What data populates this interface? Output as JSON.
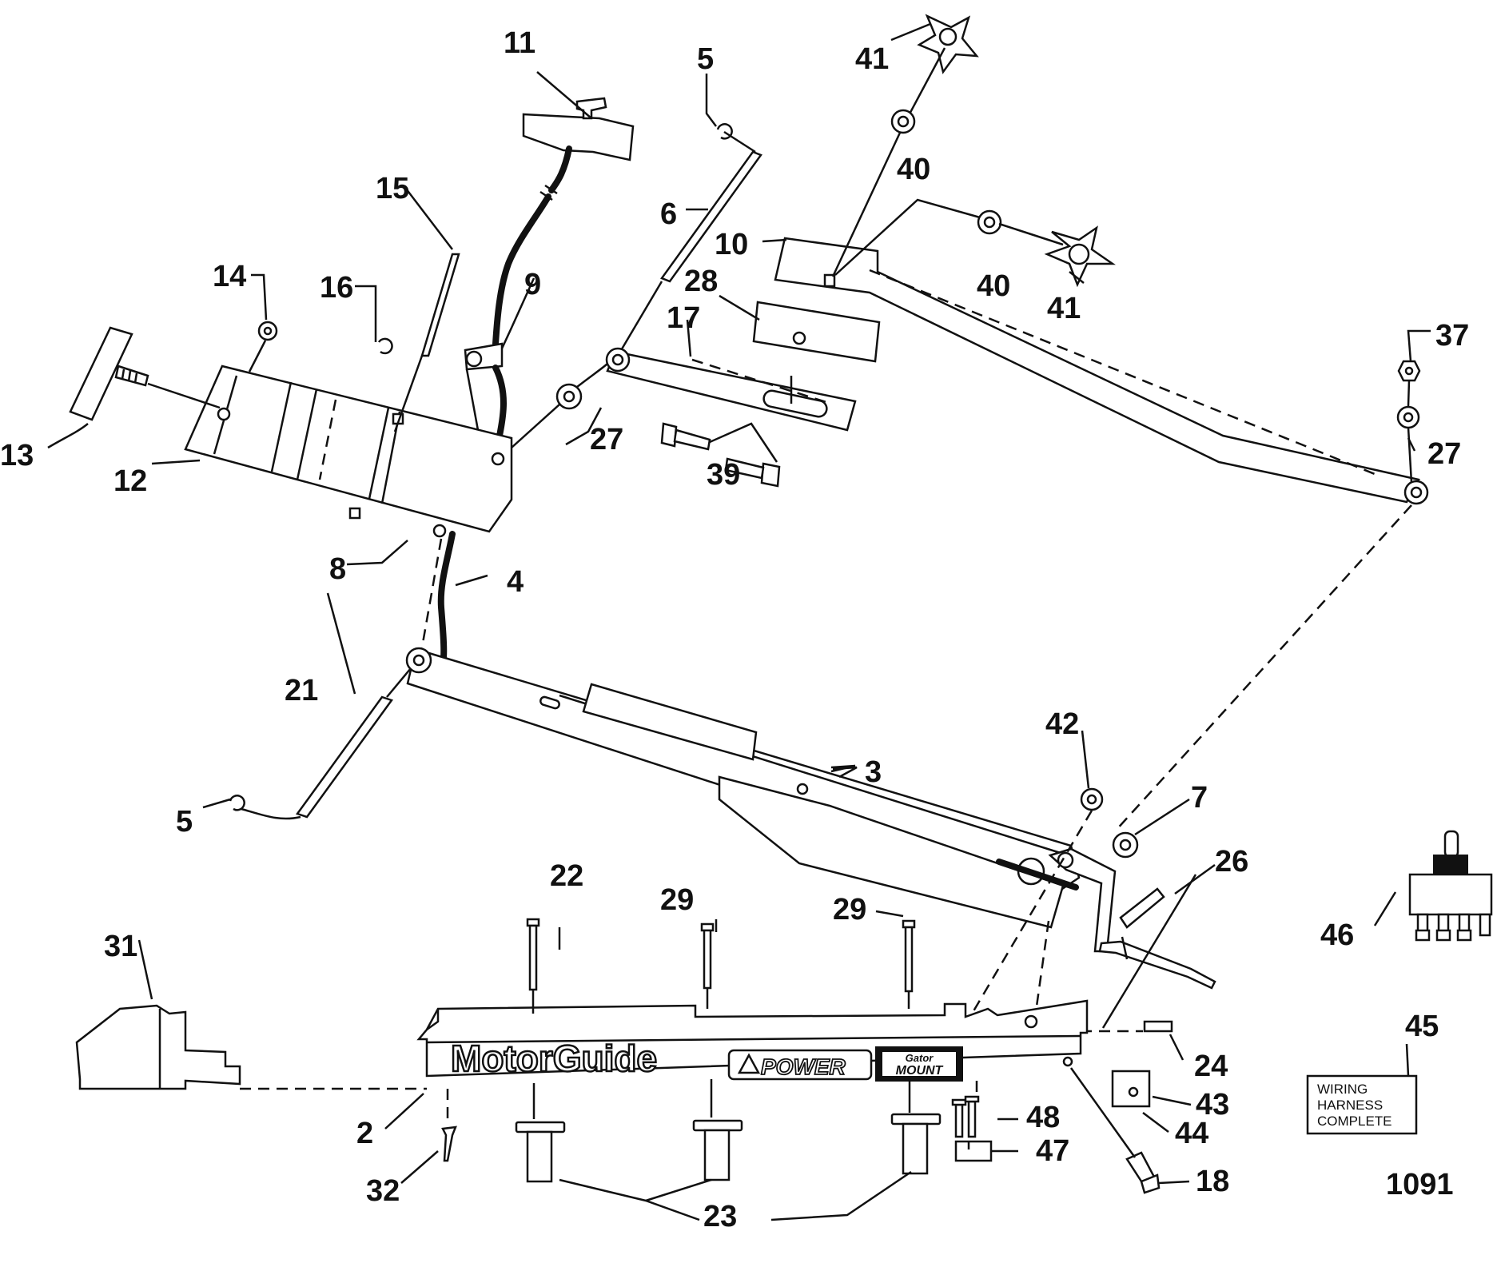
{
  "diagram": {
    "callouts": {
      "c2": "2",
      "c3": "3",
      "c4": "4",
      "c5a": "5",
      "c5b": "5",
      "c6": "6",
      "c7": "7",
      "c8": "8",
      "c9": "9",
      "c10": "10",
      "c11": "11",
      "c12": "12",
      "c13": "13",
      "c14": "14",
      "c15": "15",
      "c16": "16",
      "c17": "17",
      "c18": "18",
      "c21": "21",
      "c22": "22",
      "c23": "23",
      "c24": "24",
      "c26": "26",
      "c27a": "27",
      "c27b": "27",
      "c28": "28",
      "c29a": "29",
      "c29b": "29",
      "c31": "31",
      "c32": "32",
      "c37": "37",
      "c39": "39",
      "c40a": "40",
      "c40b": "40",
      "c41a": "41",
      "c41b": "41",
      "c42": "42",
      "c43": "43",
      "c44": "44",
      "c45": "45",
      "c46": "46",
      "c47": "47",
      "c48": "48"
    },
    "brand_logo": "MotorGuide",
    "power_badge": "POWER",
    "mount_badge_line1": "Gator",
    "mount_badge_line2": "MOUNT",
    "wiring_label": [
      "WIRING",
      "HARNESS",
      "COMPLETE"
    ],
    "figure_number": "1091"
  }
}
